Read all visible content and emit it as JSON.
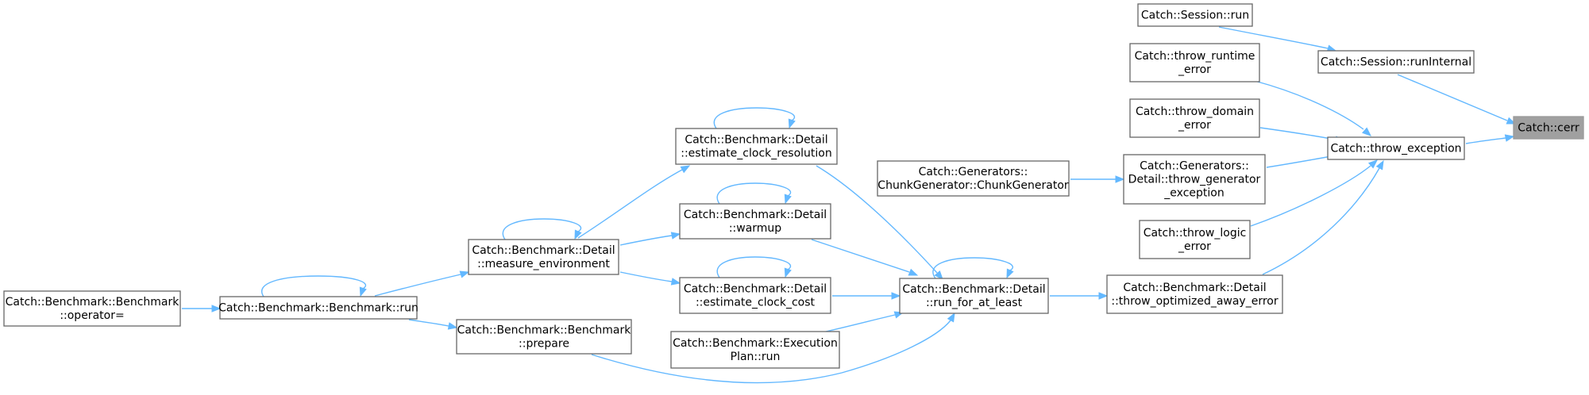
{
  "graph": {
    "colors": {
      "edge": "#63b8ff",
      "node_border": "#666666",
      "root_fill": "#a0a0a0"
    },
    "nodes": [
      {
        "id": "cerr",
        "lines": [
          "Catch::cerr"
        ],
        "root": true
      },
      {
        "id": "session_run",
        "lines": [
          "Catch::Session::run"
        ]
      },
      {
        "id": "session_runinternal",
        "lines": [
          "Catch::Session::runInternal"
        ]
      },
      {
        "id": "throw_runtime_error",
        "lines": [
          "Catch::throw_runtime",
          "_error"
        ]
      },
      {
        "id": "throw_domain_error",
        "lines": [
          "Catch::throw_domain",
          "_error"
        ]
      },
      {
        "id": "throw_generator_exception",
        "lines": [
          "Catch::Generators::",
          "Detail::throw_generator",
          "_exception"
        ]
      },
      {
        "id": "throw_logic_error",
        "lines": [
          "Catch::throw_logic",
          "_error"
        ]
      },
      {
        "id": "throw_exception",
        "lines": [
          "Catch::throw_exception"
        ]
      },
      {
        "id": "chunkgenerator",
        "lines": [
          "Catch::Generators::",
          "ChunkGenerator::ChunkGenerator"
        ]
      },
      {
        "id": "throw_optimized_away_error",
        "lines": [
          "Catch::Benchmark::Detail",
          "::throw_optimized_away_error"
        ]
      },
      {
        "id": "run_for_at_least",
        "lines": [
          "Catch::Benchmark::Detail",
          "::run_for_at_least"
        ]
      },
      {
        "id": "estimate_clock_resolution",
        "lines": [
          "Catch::Benchmark::Detail",
          "::estimate_clock_resolution"
        ]
      },
      {
        "id": "warmup",
        "lines": [
          "Catch::Benchmark::Detail",
          "::warmup"
        ]
      },
      {
        "id": "estimate_clock_cost",
        "lines": [
          "Catch::Benchmark::Detail",
          "::estimate_clock_cost"
        ]
      },
      {
        "id": "executionplan_run",
        "lines": [
          "Catch::Benchmark::Execution",
          "Plan::run"
        ]
      },
      {
        "id": "measure_environment",
        "lines": [
          "Catch::Benchmark::Detail",
          "::measure_environment"
        ]
      },
      {
        "id": "benchmark_prepare",
        "lines": [
          "Catch::Benchmark::Benchmark",
          "::prepare"
        ]
      },
      {
        "id": "benchmark_run",
        "lines": [
          "Catch::Benchmark::Benchmark::run"
        ]
      },
      {
        "id": "benchmark_operator",
        "lines": [
          "Catch::Benchmark::Benchmark",
          "::operator="
        ]
      }
    ],
    "edges": [
      {
        "from": "session_run",
        "to": "session_runinternal"
      },
      {
        "from": "session_runinternal",
        "to": "cerr"
      },
      {
        "from": "throw_exception",
        "to": "cerr"
      },
      {
        "from": "throw_runtime_error",
        "to": "throw_exception"
      },
      {
        "from": "throw_domain_error",
        "to": "throw_exception"
      },
      {
        "from": "throw_generator_exception",
        "to": "throw_exception"
      },
      {
        "from": "throw_logic_error",
        "to": "throw_exception"
      },
      {
        "from": "throw_optimized_away_error",
        "to": "throw_exception"
      },
      {
        "from": "chunkgenerator",
        "to": "throw_generator_exception"
      },
      {
        "from": "run_for_at_least",
        "to": "throw_optimized_away_error"
      },
      {
        "from": "estimate_clock_resolution",
        "to": "run_for_at_least"
      },
      {
        "from": "warmup",
        "to": "run_for_at_least"
      },
      {
        "from": "estimate_clock_cost",
        "to": "run_for_at_least"
      },
      {
        "from": "executionplan_run",
        "to": "run_for_at_least"
      },
      {
        "from": "benchmark_prepare",
        "to": "run_for_at_least"
      },
      {
        "from": "run_for_at_least",
        "to": "run_for_at_least"
      },
      {
        "from": "measure_environment",
        "to": "estimate_clock_resolution"
      },
      {
        "from": "measure_environment",
        "to": "warmup"
      },
      {
        "from": "measure_environment",
        "to": "estimate_clock_cost"
      },
      {
        "from": "estimate_clock_resolution",
        "to": "estimate_clock_resolution"
      },
      {
        "from": "warmup",
        "to": "warmup"
      },
      {
        "from": "estimate_clock_cost",
        "to": "estimate_clock_cost"
      },
      {
        "from": "measure_environment",
        "to": "measure_environment"
      },
      {
        "from": "benchmark_run",
        "to": "measure_environment"
      },
      {
        "from": "benchmark_run",
        "to": "benchmark_prepare"
      },
      {
        "from": "benchmark_run",
        "to": "benchmark_run"
      },
      {
        "from": "benchmark_operator",
        "to": "benchmark_run"
      }
    ]
  }
}
